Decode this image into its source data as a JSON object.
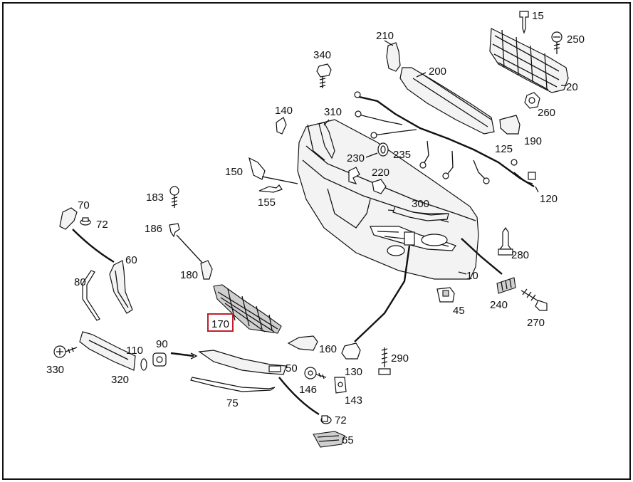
{
  "diagram": {
    "highlight_color": "#c0202a",
    "line_color": "#111111",
    "highlighted_part": "170",
    "callouts": {
      "c15": "15",
      "c250": "250",
      "c210": "210",
      "c340": "340",
      "c200": "200",
      "c20": "20",
      "c260": "260",
      "c140": "140",
      "c310": "310",
      "c190": "190",
      "c125": "125",
      "c230": "230",
      "c235": "235",
      "c150": "150",
      "c220": "220",
      "c120": "120",
      "c183": "183",
      "c155": "155",
      "c300": "300",
      "c70": "70",
      "c72a": "72",
      "c186": "186",
      "c280": "280",
      "c60": "60",
      "c180": "180",
      "c10": "10",
      "c80": "80",
      "c240": "240",
      "c45": "45",
      "c270": "270",
      "c170": "170",
      "c160": "160",
      "c90": "90",
      "c110": "110",
      "c290": "290",
      "c330": "330",
      "c320": "320",
      "c50": "50",
      "c130": "130",
      "c146": "146",
      "c143": "143",
      "c75": "75",
      "c72b": "72",
      "c65": "65"
    }
  }
}
